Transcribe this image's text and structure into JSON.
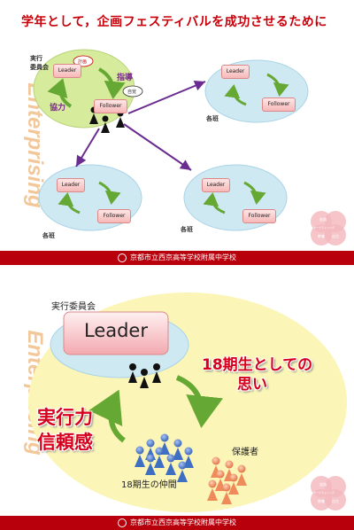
{
  "slide1": {
    "title": "学年として，企画フェスティバルを成功させるために",
    "watermark": "Enterprising",
    "committee_label": "実行\n委員会",
    "leader": "Leader",
    "follower": "Follower",
    "plan_bubble": "計画",
    "self_bubble": "自覚",
    "guidance": "指導",
    "cooperation": "協力",
    "group_label": "各班",
    "logo_texts": [
      "進路",
      "エンタープライジング",
      "教養",
      "自主"
    ],
    "footer": "京都市立西京高等学校附属中学校"
  },
  "slide2": {
    "watermark": "Enterprising",
    "committee_label": "実行委員会",
    "leader": "Leader",
    "message_line1": "18期生としての",
    "message_line2": "思い",
    "action_line1": "実行力",
    "action_line2": "信頼感",
    "guardians": "保護者",
    "peers": "18期生の仲間",
    "logo_texts": [
      "進路",
      "エンタープライジング",
      "教養",
      "自主"
    ],
    "footer": "京都市立西京高等学校附属中学校"
  },
  "colors": {
    "title_red": "#c8000a",
    "footer_red": "#b8000c",
    "ellipse_green": "#d6eb9c",
    "ellipse_blue": "#cfe9f3",
    "ellipse_yellow": "#fbf6b7",
    "arrow_purple": "#6a2c91",
    "cycle_green": "#66a834",
    "people_blue": "#3e6fc2",
    "people_orange": "#ef8a5a"
  }
}
